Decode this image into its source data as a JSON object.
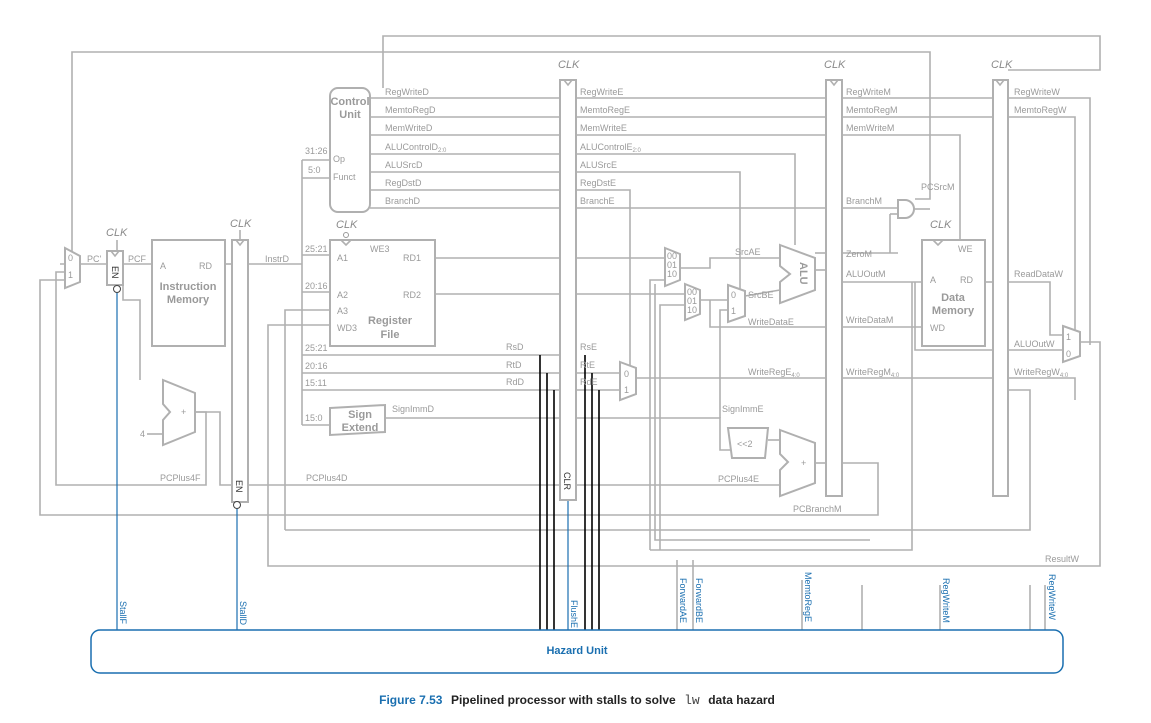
{
  "clk": "CLK",
  "control_unit": {
    "title_line1": "Control",
    "title_line2": "Unit",
    "op": "Op",
    "funct": "Funct",
    "bits_op": "31:26",
    "bits_funct": "5:0"
  },
  "control_signals_d": [
    "RegWriteD",
    "MemtoRegD",
    "MemWriteD",
    "ALUControlD",
    "ALUSrcD",
    "RegDstD",
    "BranchD"
  ],
  "control_signals_e": [
    "RegWriteE",
    "MemtoRegE",
    "MemWriteE",
    "ALUControlE",
    "ALUSrcE",
    "RegDstE",
    "BranchE"
  ],
  "control_signals_m": [
    "RegWriteM",
    "MemtoRegM",
    "MemWriteM"
  ],
  "control_signals_w": [
    "RegWriteW",
    "MemtoRegW"
  ],
  "subscript_20": "2:0",
  "subscript_40": "4:0",
  "pc": {
    "pc_prime": "PC'",
    "pcf": "PCF",
    "en": "EN",
    "mux0": "0",
    "mux1": "1"
  },
  "imem": {
    "title_line1": "Instruction",
    "title_line2": "Memory",
    "a": "A",
    "rd": "RD"
  },
  "instr_d": "InstrD",
  "regfile": {
    "title_line1": "Register",
    "title_line2": "File",
    "we3": "WE3",
    "a1": "A1",
    "a2": "A2",
    "a3": "A3",
    "wd3": "WD3",
    "rd1": "RD1",
    "rd2": "RD2",
    "bits_a1": "25:21",
    "bits_a2": "20:16"
  },
  "reg_bits": {
    "rs": "25:21",
    "rt": "20:16",
    "rd": "15:11",
    "imm": "15:0"
  },
  "reg_names_d": [
    "RsD",
    "RtD",
    "RdD"
  ],
  "reg_names_e": [
    "RsE",
    "RtE",
    "RdE"
  ],
  "sign_extend": {
    "line1": "Sign",
    "line2": "Extend"
  },
  "sign_imm_d": "SignImmD",
  "sign_imm_e": "SignImmE",
  "plus4": {
    "four": "4",
    "plus": "+"
  },
  "pcplus4f": "PCPlus4F",
  "pcplus4d": "PCPlus4D",
  "pcplus4e": "PCPlus4E",
  "pcbranch_m": "PCBranchM",
  "shift": "<<2",
  "clr": "CLR",
  "fwd_mux": {
    "s00": "00",
    "s01": "01",
    "s10": "10"
  },
  "srcae": "SrcAE",
  "srcbe": "SrcBE",
  "write_data_e": "WriteDataE",
  "write_reg_e": "WriteRegE",
  "alu": "ALU",
  "zero_m": "ZeroM",
  "branch_m": "BranchM",
  "pcsrc_m": "PCSrcM",
  "alu_out_m": "ALUOutM",
  "write_data_m": "WriteDataM",
  "write_reg_m": "WriteRegM",
  "dmem": {
    "title_line1": "Data",
    "title_line2": "Memory",
    "we": "WE",
    "a": "A",
    "rd": "RD",
    "wd": "WD"
  },
  "read_data_w": "ReadDataW",
  "alu_out_w": "ALUOutW",
  "write_reg_w": "WriteRegW",
  "result_w": "ResultW",
  "hazard": {
    "title": "Hazard Unit",
    "signals": [
      "StallF",
      "StallD",
      "FlushE",
      "ForwardAE",
      "ForwardBE",
      "MemtoRegE",
      "RegWriteM",
      "RegWriteW"
    ]
  },
  "caption": {
    "figure": "Figure 7.53",
    "text": "Pipelined processor with stalls to solve",
    "code": "lw",
    "tail": "data hazard"
  }
}
